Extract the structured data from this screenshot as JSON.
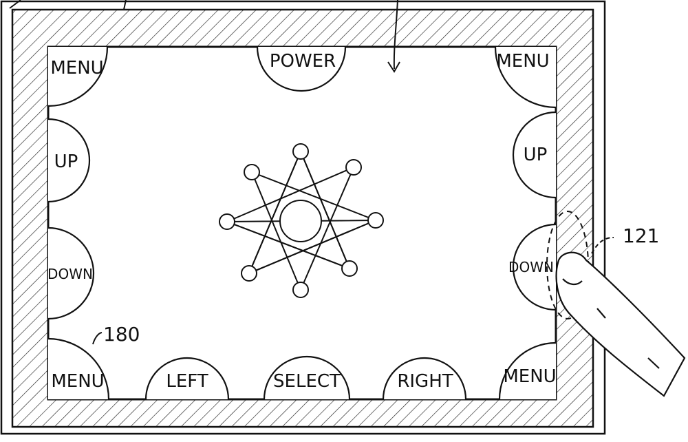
{
  "buttons": {
    "menu_top_left": "MENU",
    "power": "POWER",
    "menu_top_right": "MENU",
    "up_left": "UP",
    "up_right": "UP",
    "down_left": "DOWN",
    "down_right": "DOWN",
    "menu_bottom_left": "MENU",
    "left": "LEFT",
    "select": "SELECT",
    "right": "RIGHT",
    "menu_bottom_right": "MENU"
  },
  "reference_numerals": {
    "ref_180": "180",
    "ref_121": "121"
  },
  "colors": {
    "ink": "#111111",
    "paper": "#ffffff"
  }
}
